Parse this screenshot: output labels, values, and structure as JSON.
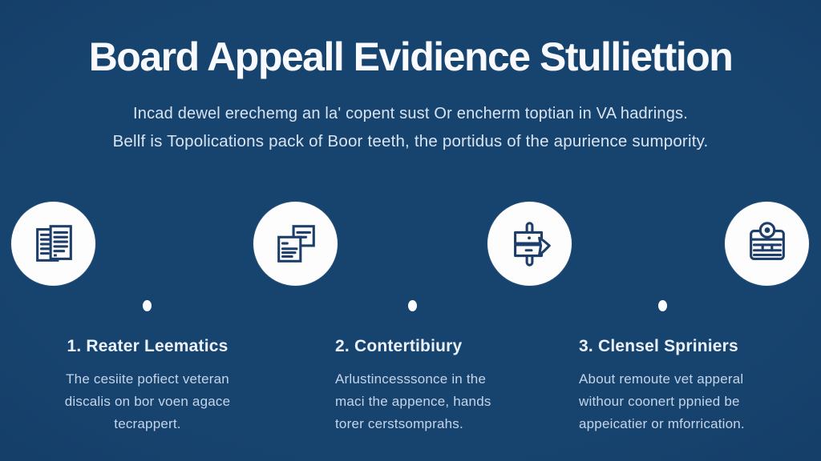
{
  "colors": {
    "background": "#16416e",
    "icon_ink": "#1d3e6a",
    "icon_circle_bg": "#fdfdfd",
    "title_text": "#f8fafd",
    "subtitle_text": "#d9e4f2",
    "heading_text": "#ebf2fc",
    "body_text": "#c5d4e8"
  },
  "title": "Board Appeall Evidience Stulliettion",
  "subtitle": {
    "line1": "Incad dewel erechemg an la' copent sust Or encherm toptian in VA hadrings.",
    "line2": "Bellf is Topolications pack of Boor teeth, the portidus of the apurience sumpority."
  },
  "icons": [
    "document-pages-icon",
    "overlapping-notes-icon",
    "signpost-arrow-icon",
    "stacked-list-lens-icon"
  ],
  "sections": [
    {
      "heading": "1. Reater Leematics",
      "body": "The cesiite pofiect veteran\ndiscalis on bor voen agace\ntecrappert."
    },
    {
      "heading": "2. Contertibiury",
      "body": "Arlustincesssonce in the\nmaci the appence, hands\ntorer cerstsomprahs."
    },
    {
      "heading": "3. Clensel Spriniers",
      "body": "About remoute vet apperal\nwithour coonert ppnied be\nappeicatier or mforrication."
    }
  ]
}
